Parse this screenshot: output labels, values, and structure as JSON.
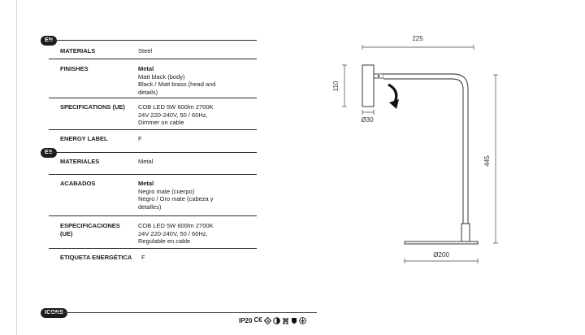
{
  "sections": {
    "en": {
      "lang": "EN",
      "rows": [
        {
          "label": "MATERIALS",
          "lines": [
            "Steel"
          ]
        },
        {
          "label": "FINISHES",
          "bold": "Metal",
          "lines": [
            "Matt black (body)",
            "Black / Matt brass (head and",
            "details)"
          ]
        },
        {
          "label": "SPECIFICATIONS (UE)",
          "lines": [
            "COB LED 5W 600lm 2700K",
            "24V 220-240V, 50 / 60Hz,",
            "Dimmer on cable"
          ]
        },
        {
          "label": "ENERGY LABEL",
          "lines": [
            "F"
          ]
        }
      ]
    },
    "es": {
      "lang": "ES",
      "rows": [
        {
          "label": "MATERIALES",
          "lines": [
            "Metal"
          ]
        },
        {
          "label": "ACABADOS",
          "bold": "Metal",
          "lines": [
            "Negro mate (cuerpo)",
            "Negro / Oro mate (cabeza y",
            "detalles)"
          ]
        },
        {
          "label": [
            "ESPECIFICACIONES",
            "(UE)"
          ],
          "lines": [
            "COB LED 5W 600lm 2700K",
            "24V 220-240V, 50 / 60Hz,",
            "Regulable en cable"
          ]
        },
        {
          "label": "ETIQUETA ENERGÉTICA",
          "lines": [
            "F"
          ]
        }
      ]
    }
  },
  "icons_section": {
    "label": "ICONS",
    "ip_rating": "IP20",
    "symbols": [
      "ce-mark",
      "class-iii-icon",
      "dimmable-icon",
      "no-bin-icon",
      "class-f-icon",
      "ground-icon"
    ]
  },
  "drawing": {
    "width_dim": "225",
    "head_dim": "110",
    "head_dia": "Ø30",
    "height_dim": "445",
    "base_dia": "Ø200"
  }
}
